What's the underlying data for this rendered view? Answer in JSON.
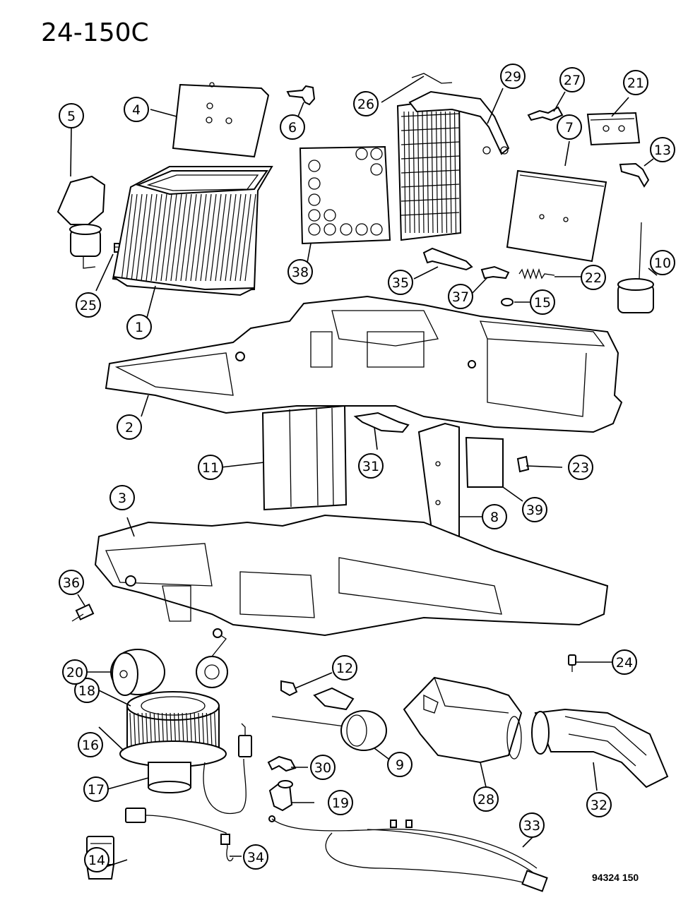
{
  "diagram_id": "24-150C",
  "drawing_number": "94324 150",
  "callouts": [
    {
      "label": "1"
    },
    {
      "label": "2"
    },
    {
      "label": "3"
    },
    {
      "label": "4"
    },
    {
      "label": "5"
    },
    {
      "label": "6"
    },
    {
      "label": "7"
    },
    {
      "label": "8"
    },
    {
      "label": "9"
    },
    {
      "label": "10"
    },
    {
      "label": "11"
    },
    {
      "label": "12"
    },
    {
      "label": "13"
    },
    {
      "label": "14"
    },
    {
      "label": "15"
    },
    {
      "label": "16"
    },
    {
      "label": "17"
    },
    {
      "label": "18"
    },
    {
      "label": "19"
    },
    {
      "label": "20"
    },
    {
      "label": "21"
    },
    {
      "label": "22"
    },
    {
      "label": "23"
    },
    {
      "label": "24"
    },
    {
      "label": "25"
    },
    {
      "label": "26"
    },
    {
      "label": "27"
    },
    {
      "label": "28"
    },
    {
      "label": "29"
    },
    {
      "label": "30"
    },
    {
      "label": "31"
    },
    {
      "label": "32"
    },
    {
      "label": "33"
    },
    {
      "label": "34"
    },
    {
      "label": "35"
    },
    {
      "label": "36"
    },
    {
      "label": "37"
    },
    {
      "label": "38"
    },
    {
      "label": "39"
    }
  ]
}
